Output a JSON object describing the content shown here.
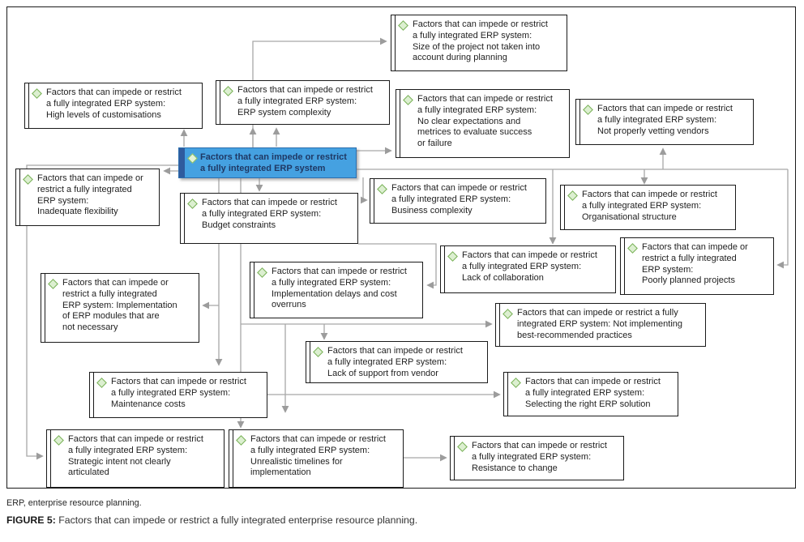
{
  "diagram": {
    "nodes": [
      {
        "id": "size-of-project",
        "text": "Factors that can impede or restrict\na fully integrated ERP system:\nSize of the project not taken into\naccount during planning"
      },
      {
        "id": "high-customisations",
        "text": "Factors that can impede or restrict\na fully integrated ERP system:\nHigh levels of customisations"
      },
      {
        "id": "erp-system-complexity",
        "text": "Factors that can impede or restrict\na fully integrated ERP system:\nERP system complexity"
      },
      {
        "id": "no-clear-expectations",
        "text": "Factors that can impede or restrict\na fully integrated ERP system:\nNo clear expectations and\nmetrices to evaluate success\nor failure"
      },
      {
        "id": "not-vetting-vendors",
        "text": "Factors that can impede or restrict\na fully integrated ERP system:\nNot properly vetting vendors"
      },
      {
        "id": "central",
        "text": "Factors that can impede or restrict\na fully integrated ERP system"
      },
      {
        "id": "inadequate-flexibility",
        "text": "Factors that can impede or\nrestrict a fully integrated\nERP system:\nInadequate flexibility"
      },
      {
        "id": "budget-constraints",
        "text": "Factors that can impede or restrict\na fully integrated ERP system:\nBudget constraints"
      },
      {
        "id": "business-complexity",
        "text": "Factors that can impede or restrict\na fully integrated ERP system:\nBusiness complexity"
      },
      {
        "id": "organisational-structure",
        "text": "Factors that can impede or restrict\na fully integrated ERP system:\nOrganisational structure"
      },
      {
        "id": "poorly-planned-projects",
        "text": "Factors that can impede or\nrestrict a fully integrated\nERP system:\nPoorly planned projects"
      },
      {
        "id": "lack-of-collaboration",
        "text": "Factors that can impede or restrict\na fully integrated ERP system:\nLack of collaboration"
      },
      {
        "id": "unnecessary-erp-modules",
        "text": "Factors that can impede or\nrestrict a fully integrated\nERP system: Implementation\nof ERP modules that are\nnot necessary"
      },
      {
        "id": "implementation-delays",
        "text": "Factors that can impede or restrict\na fully integrated ERP system:\nImplementation delays and cost\noverruns"
      },
      {
        "id": "not-implementing-best-practices",
        "text": "Factors that can impede or restrict a fully\nintegrated ERP system: Not implementing\nbest-recommended practices"
      },
      {
        "id": "lack-of-vendor-support",
        "text": "Factors that can impede or restrict\na fully integrated ERP system:\nLack of support from vendor"
      },
      {
        "id": "maintenance-costs",
        "text": "Factors that can impede or restrict\na fully integrated ERP system:\nMaintenance costs"
      },
      {
        "id": "selecting-right-erp",
        "text": "Factors that can impede or restrict\na fully integrated ERP system:\nSelecting the right ERP solution"
      },
      {
        "id": "strategic-intent",
        "text": "Factors that can impede or restrict\na fully integrated ERP system:\nStrategic intent not clearly\narticulated"
      },
      {
        "id": "unrealistic-timelines",
        "text": "Factors that can impede or restrict\na fully integrated ERP system:\nUnrealistic timelines for\nimplementation"
      },
      {
        "id": "resistance-to-change",
        "text": "Factors that can impede or restrict\na fully integrated ERP system:\nResistance to change"
      }
    ],
    "icon": "green-diamond-icon"
  },
  "caption": {
    "abbreviation_note": "ERP, enterprise resource planning.",
    "figure_label": "FIGURE 5:",
    "figure_text": " Factors that can impede or restrict a fully integrated enterprise resource planning."
  },
  "colors": {
    "box_border": "#1a1a1a",
    "box_fill": "#ffffff",
    "central_fill": "#45a1e1",
    "central_border": "#2c6fae",
    "central_left_bar": "#2f5b9e",
    "central_text": "#1f3864",
    "diamond_fill": "#dcefd0",
    "diamond_stroke": "#77b055",
    "connector": "#a6a6a6"
  }
}
